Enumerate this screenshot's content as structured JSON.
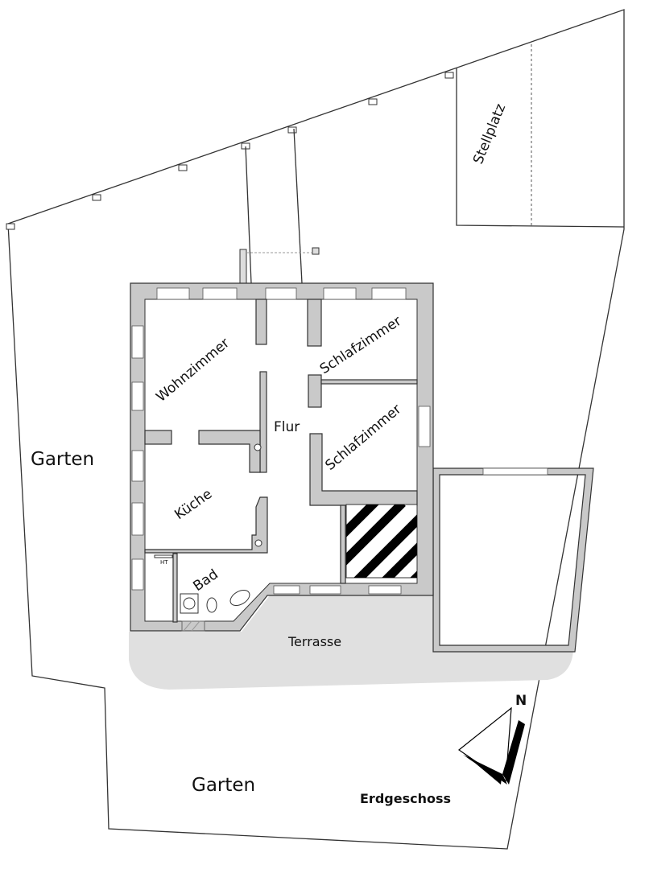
{
  "title": "Erdgeschoss",
  "labels": {
    "garden_west": "Garten",
    "garden_south": "Garten",
    "terrace": "Terrasse",
    "parking": "Stellplatz",
    "hallway": "Flur",
    "living_room": "Wohnzimmer",
    "bedroom_1": "Schlafzimmer",
    "bedroom_2": "Schlafzimmer",
    "kitchen": "Küche",
    "bathroom": "Bad",
    "boiler": "HT",
    "north": "N"
  },
  "colors": {
    "wall": "#c9c9c9",
    "terrace": "#e0e0e0",
    "outline": "#333333"
  }
}
